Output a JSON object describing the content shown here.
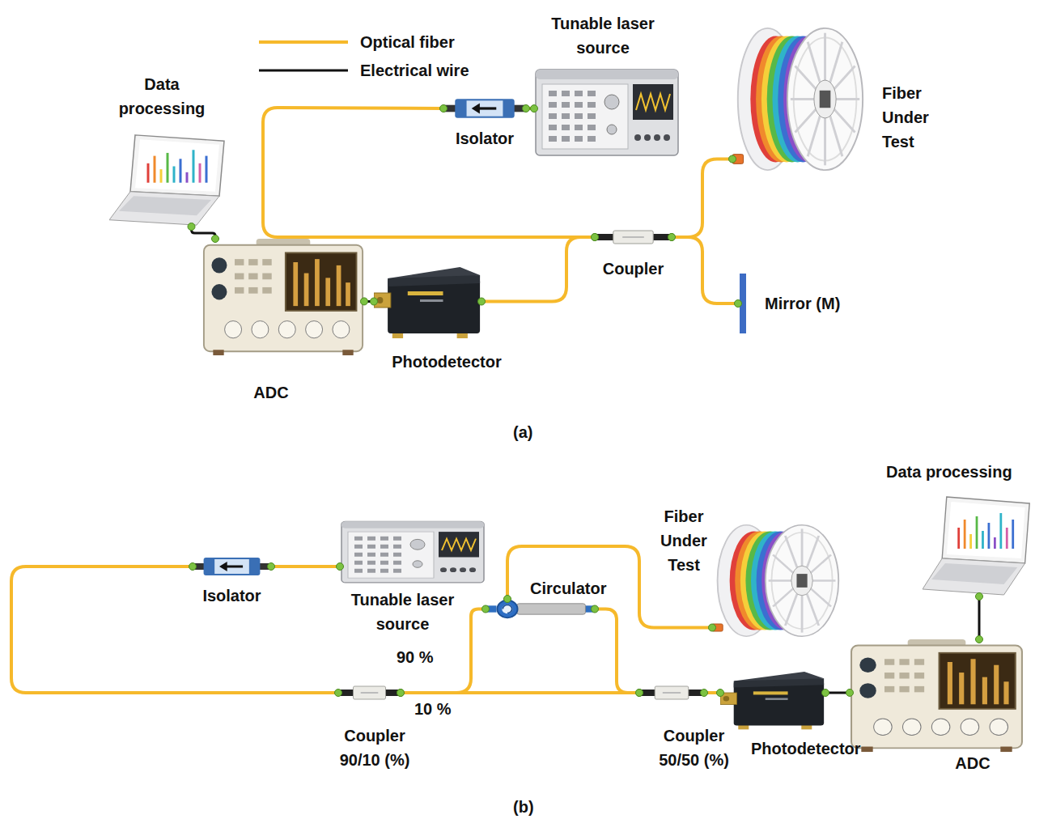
{
  "diagram": {
    "nodes": [
      {
        "text": [
          "Tunable laser source"
        ]
      },
      {
        "text": [
          "Isolator"
        ]
      },
      {
        "text": [
          "Data processing"
        ]
      },
      {
        "text": [
          "ADC"
        ]
      },
      {
        "text": [
          "Photodetector"
        ]
      },
      {
        "text": [
          "Coupler"
        ]
      },
      {
        "text": [
          "Fiber Under Test"
        ]
      },
      {
        "text": [
          "Mirror (M)"
        ]
      },
      {
        "text": [
          "Isolator"
        ]
      },
      {
        "text": [
          "Tunable laser source"
        ]
      },
      {
        "text": [
          "Circulator"
        ]
      },
      {
        "text": [
          "Fiber Under Test"
        ]
      },
      {
        "text": [
          "Data processing"
        ]
      },
      {
        "text": [
          "Coupler 90/10 (%)"
        ]
      },
      {
        "text": [
          "Coupler 50/50 (%)"
        ]
      },
      {
        "text": [
          "Photodetector"
        ]
      },
      {
        "text": [
          "ADC"
        ]
      }
    ],
    "edges": [
      {
        "from": 0,
        "to": 1,
        "arrow": "none"
      },
      {
        "from": 1,
        "to": 5,
        "arrow": "none"
      },
      {
        "from": 5,
        "to": 4,
        "arrow": "none"
      },
      {
        "from": 5,
        "to": 6,
        "arrow": "none"
      },
      {
        "from": 5,
        "to": 7,
        "arrow": "none"
      },
      {
        "from": 4,
        "to": 3,
        "arrow": "none"
      },
      {
        "from": 2,
        "to": 3,
        "arrow": "none"
      },
      {
        "from": 9,
        "to": 8,
        "arrow": "none"
      },
      {
        "from": 8,
        "to": 13,
        "arrow": "none"
      },
      {
        "from": 13,
        "to": 10,
        "arrow": "none"
      },
      {
        "from": 13,
        "to": 14,
        "arrow": "none"
      },
      {
        "from": 10,
        "to": 11,
        "arrow": "none"
      },
      {
        "from": 10,
        "to": 14,
        "arrow": "none"
      },
      {
        "from": 14,
        "to": 15,
        "arrow": "none"
      },
      {
        "from": 15,
        "to": 16,
        "arrow": "none"
      },
      {
        "from": 12,
        "to": 16,
        "arrow": "none"
      }
    ],
    "labels": [
      "(a)",
      "90 %",
      "10 %",
      "(b)"
    ],
    "legend": [
      {
        "text": "Optical fiber"
      },
      {
        "text": "Electrical wire"
      }
    ]
  }
}
